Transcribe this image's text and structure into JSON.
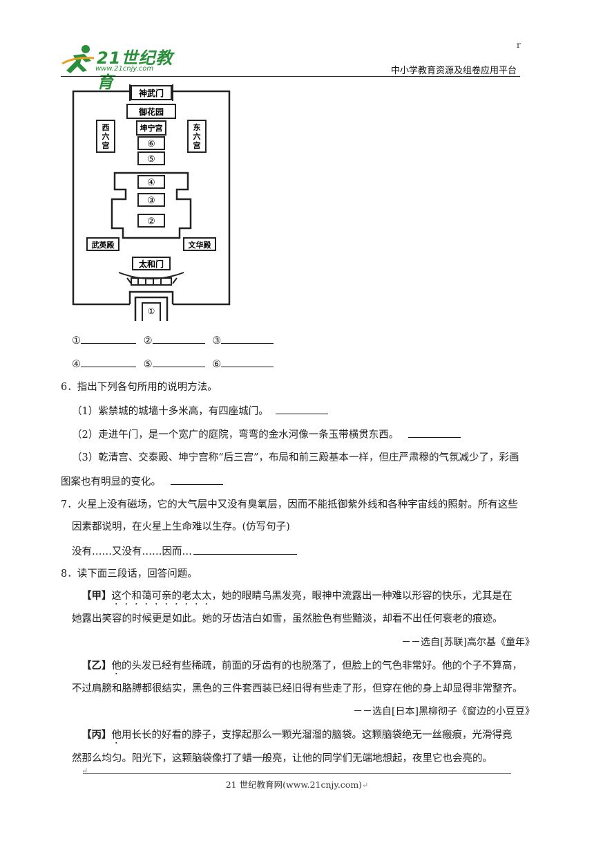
{
  "header": {
    "logo_main": "21世纪教育",
    "logo_sub": "www.21cnjy.com",
    "platform": "中小学教育资源及组卷应用平台",
    "corner_mark": "r"
  },
  "diagram": {
    "labels": {
      "shenwumen": "神武门",
      "yuhuayuan": "御花园",
      "kunninggong": "坤宁宫",
      "xiliugong": "西六宫",
      "dongliugong": "东六宫",
      "n6": "⑥",
      "n5": "⑤",
      "n4": "④",
      "n3": "③",
      "n2": "②",
      "n1": "①",
      "wuyingdian": "武英殿",
      "wenhuadian": "文华殿",
      "taihemen": "太和门"
    }
  },
  "answers": {
    "row1": [
      "①",
      "②",
      "③"
    ],
    "row2": [
      "④",
      "⑤",
      "⑥"
    ]
  },
  "q6": {
    "title": "6．指出下列各句所用的说明方法。",
    "s1": "（1）紫禁城的城墙十多米高，有四座城门。",
    "s2": "（2）走进午门，是一个宽广的庭院，弯弯的金水河像一条玉带横贯东西。",
    "s3a": "（3）乾清宫、交泰殿、坤宁宫称“后三宫”，布局和前三殿基本一样，但庄严肃穆的气氛减少了，彩画",
    "s3b": "图案也有明显的变化。"
  },
  "q7": {
    "line1": "7．火星上没有磁场，它的大气层中又没有臭氧层，因而不能抵御紫外线和各种宇宙线的照射。所有这些",
    "line2": "因素都说明，在火星上生命难以生存。(仿写句子)",
    "line3": "没有……又没有……因而…"
  },
  "q8": {
    "title": "8．读下面三段话，回答问题。",
    "jia_tag": "【甲】",
    "jia_dotted": "这个和蔼可亲的老太太",
    "jia_rest": "，她的眼睛乌黑发亮，眼神中流露出一种难以形容的快乐，尤其是在",
    "jia_line2": "她露出笑容的时候更是如此。她的牙齿洁白如雪，虽然脸色有些黯淡，却看不出任何衰老的痕迹。",
    "jia_src": "－－选自[苏联]高尔基《童年》",
    "yi_tag": "【乙】",
    "yi_dotted": "他",
    "yi_rest": "的头发已经有些稀疏，前面的牙齿有的也脱落了，但脸上的气色非常好。他的个子不算高，",
    "yi_line2": "不过肩膀和胳膊都很结实，黑色的三件套西装已经旧得有些走了形，但穿在他的身上却显得非常整齐。",
    "yi_src": "－－选自[日本]黑柳彻子《窗边的小豆豆》",
    "bing_tag": "【丙】",
    "bing_dotted": "他",
    "bing_rest": "用长长的好看的脖子，支撑起那么一颗光溜溜的脑袋。这颗脑袋绝无一丝瘢痕，光滑得竟",
    "bing_line2": "然那么均匀。阳光下，这颗脑袋像打了蜡一般亮，让他的同学们无端地想起，夜里它也会亮的。"
  },
  "footer": {
    "text": "21 世纪教育网(www.21cnjy.com)",
    "ret_mark": "↵"
  }
}
